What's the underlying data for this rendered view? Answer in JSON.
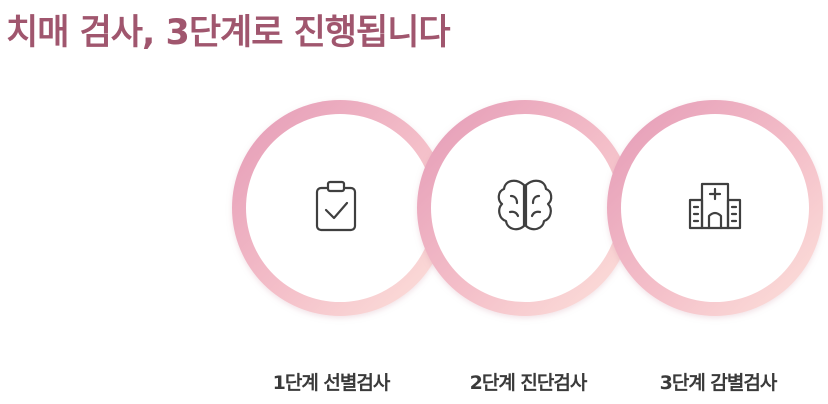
{
  "page": {
    "title": "치매 검사, 3단계로 진행됩니다"
  },
  "steps": [
    {
      "label": "1단계 선별검사",
      "icon": "clipboard-check-icon"
    },
    {
      "label": "2단계 진단검사",
      "icon": "brain-icon"
    },
    {
      "label": "3단계 감별검사",
      "icon": "hospital-icon"
    }
  ],
  "colors": {
    "title": "#a0566e",
    "ring_gradient_start": "#e49ab6",
    "ring_gradient_end": "#fde3dc",
    "icon_stroke": "#3f3f3f",
    "label": "#3a3a3a"
  }
}
